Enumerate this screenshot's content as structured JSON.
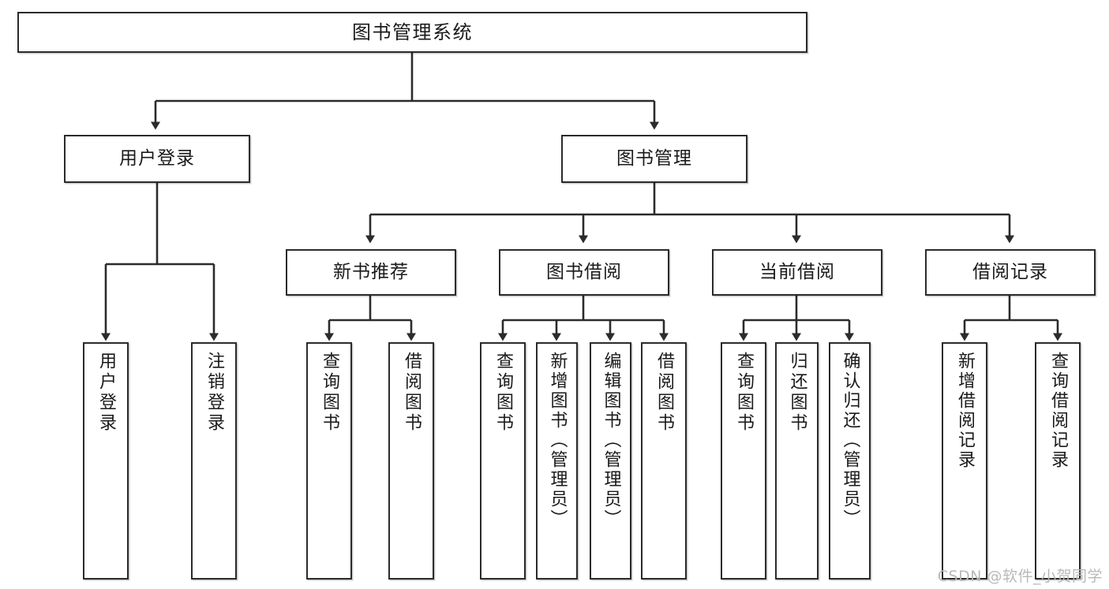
{
  "diagram": {
    "type": "tree",
    "title": "图书管理系统",
    "watermark": "CSDN @软件_小贺同学",
    "colors": {
      "box_border": "#2b2b2b",
      "box_fill": "#ffffff",
      "connector": "#2b2b2b",
      "text": "#1a1a1a",
      "watermark": "#b9b9b9"
    },
    "nodes": {
      "root": {
        "label": "图书管理系统"
      },
      "level2": [
        {
          "id": "user_login",
          "label": "用户登录"
        },
        {
          "id": "book_mgmt",
          "label": "图书管理"
        }
      ],
      "level3": [
        {
          "id": "new_book_rec",
          "label": "新书推荐",
          "parent": "book_mgmt"
        },
        {
          "id": "book_borrow",
          "label": "图书借阅",
          "parent": "book_mgmt"
        },
        {
          "id": "current_borrow",
          "label": "当前借阅",
          "parent": "book_mgmt"
        },
        {
          "id": "borrow_record",
          "label": "借阅记录",
          "parent": "book_mgmt"
        }
      ],
      "leaves": [
        {
          "id": "leaf_user_login",
          "label": "用户登录",
          "parent": "user_login"
        },
        {
          "id": "leaf_user_logout",
          "label": "注销登录",
          "parent": "user_login"
        },
        {
          "id": "leaf_query_book_1",
          "label": "查询图书",
          "parent": "new_book_rec"
        },
        {
          "id": "leaf_borrow_book_1",
          "label": "借阅图书",
          "parent": "new_book_rec"
        },
        {
          "id": "leaf_query_book_2",
          "label": "查询图书",
          "parent": "book_borrow"
        },
        {
          "id": "leaf_add_book",
          "label": "新增图书（管理员）",
          "parent": "book_borrow"
        },
        {
          "id": "leaf_edit_book",
          "label": "编辑图书（管理员）",
          "parent": "book_borrow"
        },
        {
          "id": "leaf_borrow_book_2",
          "label": "借阅图书",
          "parent": "book_borrow"
        },
        {
          "id": "leaf_query_book_3",
          "label": "查询图书",
          "parent": "current_borrow"
        },
        {
          "id": "leaf_return_book",
          "label": "归还图书",
          "parent": "current_borrow"
        },
        {
          "id": "leaf_confirm_return",
          "label": "确认归还（管理员）",
          "parent": "current_borrow"
        },
        {
          "id": "leaf_add_record",
          "label": "新增借阅记录",
          "parent": "borrow_record"
        },
        {
          "id": "leaf_query_record",
          "label": "查询借阅记录",
          "parent": "borrow_record"
        }
      ]
    }
  }
}
